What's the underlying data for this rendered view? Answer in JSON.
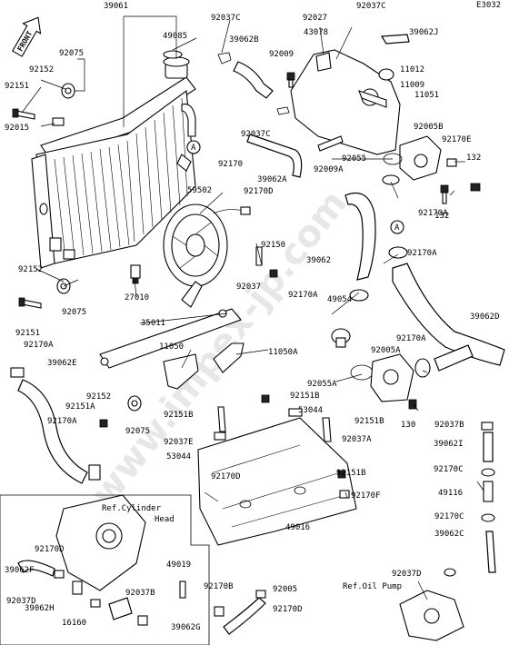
{
  "diagram_code": "E3032",
  "front_label": "FRONT",
  "watermark": "www.impex-jp.com",
  "callout_a": "A",
  "ref_cylinder_head": "Ref.Cylinder\nHead",
  "ref_oil_pump": "Ref.Oil Pump",
  "parts": [
    "39061",
    "49085",
    "92037C",
    "92027",
    "92037C",
    "39062J",
    "43078",
    "39062B",
    "92009",
    "11012",
    "92075",
    "92152",
    "92151",
    "11009",
    "11051",
    "92015",
    "92037C",
    "92005B",
    "92170E",
    "92170",
    "39062A",
    "132",
    "92055",
    "92009A",
    "59502",
    "92170D",
    "92170A",
    "132",
    "92150",
    "92037",
    "27010",
    "92152",
    "39062",
    "92170A",
    "92075",
    "92151",
    "92170A",
    "35011",
    "39062D",
    "49054",
    "11050",
    "11050A",
    "92170A",
    "92170A",
    "39062E",
    "92005A",
    "92055A",
    "92152",
    "92151B",
    "92151A",
    "53044",
    "92075",
    "130",
    "92151B",
    "92151B",
    "92037B",
    "92037E",
    "92037A",
    "39062I",
    "53044",
    "92170A",
    "92151B",
    "92170C",
    "92170F",
    "49116",
    "92170D",
    "49016",
    "92170C",
    "39062F",
    "39062C",
    "49019",
    "92170D",
    "92037D",
    "92170B",
    "92037B",
    "92005",
    "39062H",
    "92170D",
    "92037D",
    "16160",
    "39062G"
  ]
}
